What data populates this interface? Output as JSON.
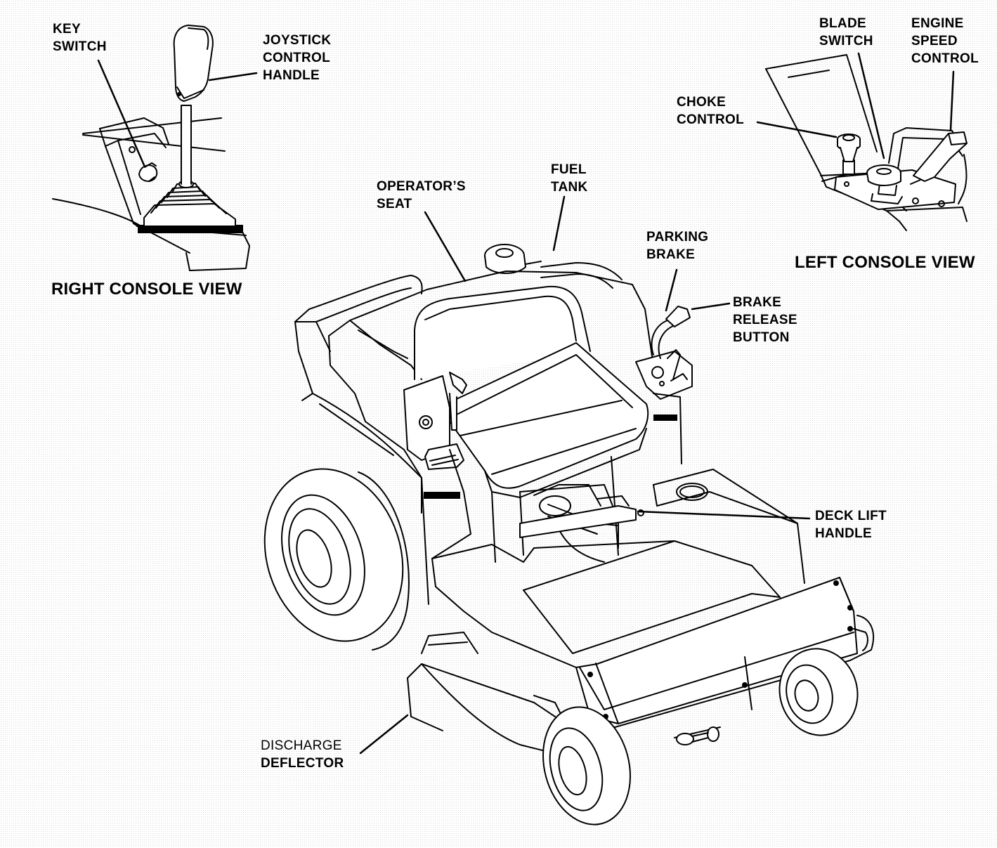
{
  "views": {
    "right_console": "RIGHT CONSOLE VIEW",
    "left_console": "LEFT CONSOLE VIEW"
  },
  "labels": {
    "key_switch": [
      "KEY",
      "SWITCH"
    ],
    "joystick_control_handle": [
      "JOYSTICK",
      "CONTROL",
      "HANDLE"
    ],
    "blade_switch": [
      "BLADE",
      "SWITCH"
    ],
    "engine_speed_control": [
      "ENGINE",
      "SPEED",
      "CONTROL"
    ],
    "choke_control": [
      "CHOKE",
      "CONTROL"
    ],
    "operators_seat": [
      "OPERATOR’S",
      "SEAT"
    ],
    "fuel_tank": [
      "FUEL",
      "TANK"
    ],
    "parking_brake": [
      "PARKING",
      "BRAKE"
    ],
    "brake_release_button": [
      "BRAKE",
      "RELEASE",
      "BUTTON"
    ],
    "deck_lift_handle": [
      "DECK LIFT",
      "HANDLE"
    ],
    "discharge_deflector": [
      "DISCHARGE",
      "DEFLECTOR"
    ]
  }
}
